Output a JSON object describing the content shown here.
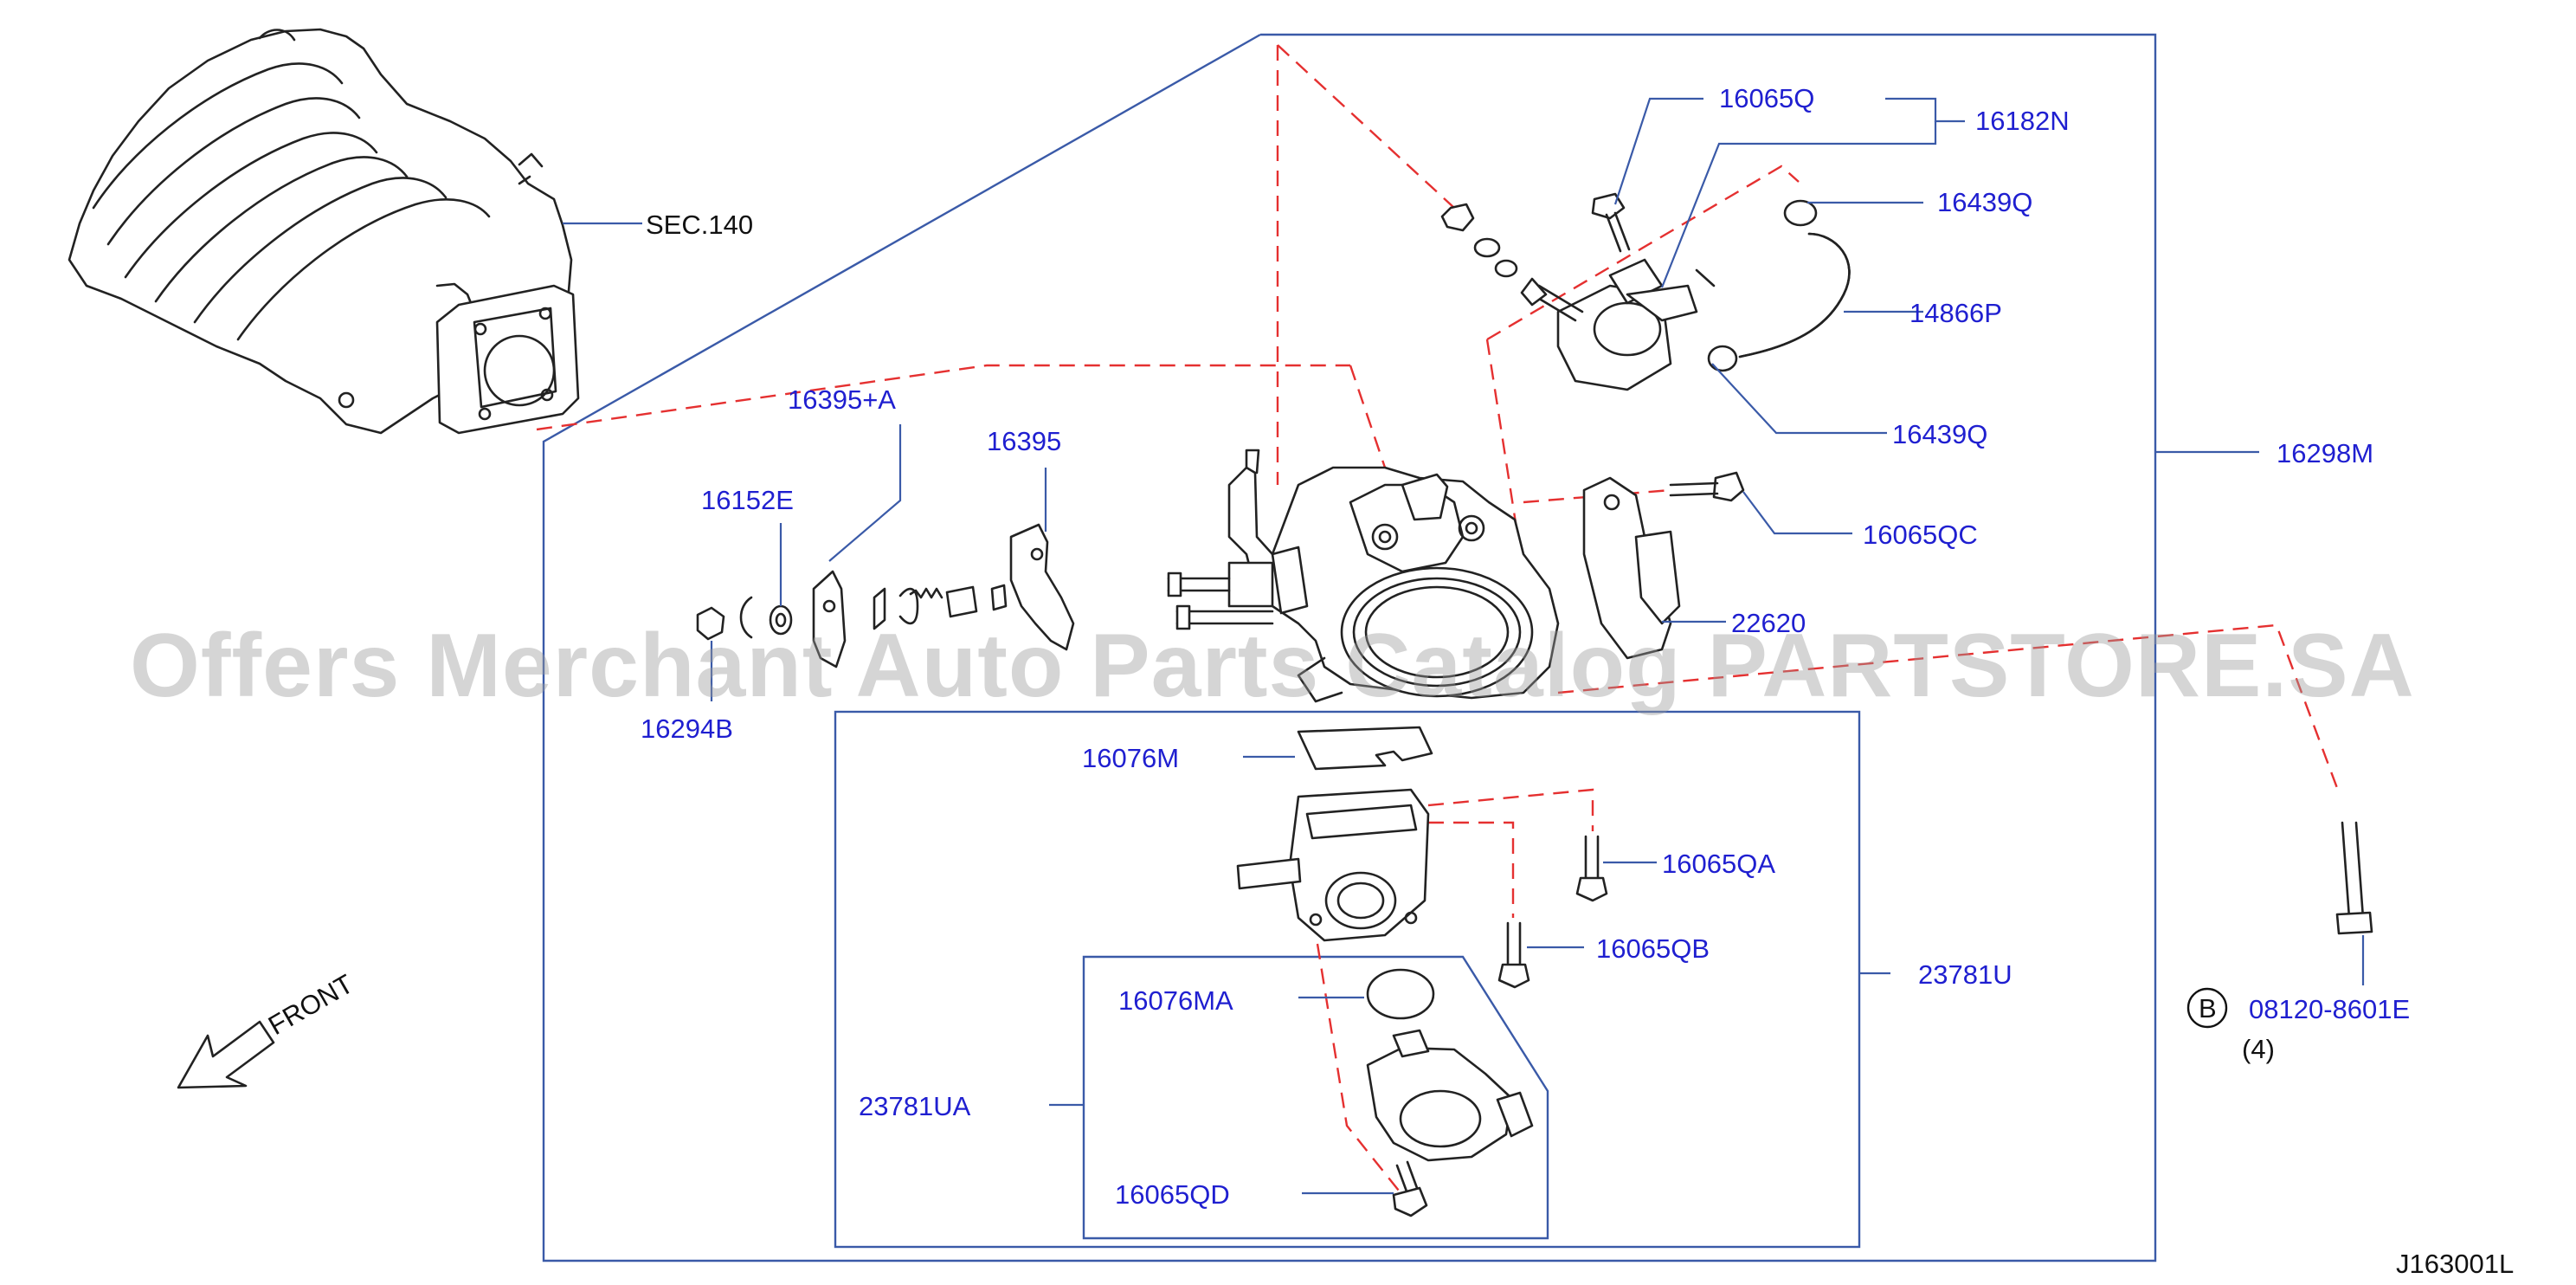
{
  "diagram": {
    "labels": {
      "sec140": "SEC.140",
      "p16065Q": "16065Q",
      "p16182N": "16182N",
      "p16439Q_top": "16439Q",
      "p14866P": "14866P",
      "p16439Q_bottom": "16439Q",
      "p16298M": "16298M",
      "p16065QC": "16065QC",
      "p22620": "22620",
      "p16395A": "16395+A",
      "p16395": "16395",
      "p16152E": "16152E",
      "p16294B": "16294B",
      "p16076M": "16076M",
      "p16065QA": "16065QA",
      "p16065QB": "16065QB",
      "p23781U": "23781U",
      "p16076MA": "16076MA",
      "p23781UA": "23781UA",
      "p16065QD": "16065QD",
      "p08120": "08120-8601E",
      "qty": "(4)",
      "circle_b": "B",
      "front": "FRONT",
      "code": "J163001L"
    },
    "watermark": "Offers Merchant Auto Parts Catalog PARTSTORE.SA",
    "colors": {
      "label": "#1f1fd0",
      "frame": "#3a5aa8",
      "dashed": "#e53030",
      "drawing": "#222222",
      "watermark": "#9a9a9a"
    }
  }
}
